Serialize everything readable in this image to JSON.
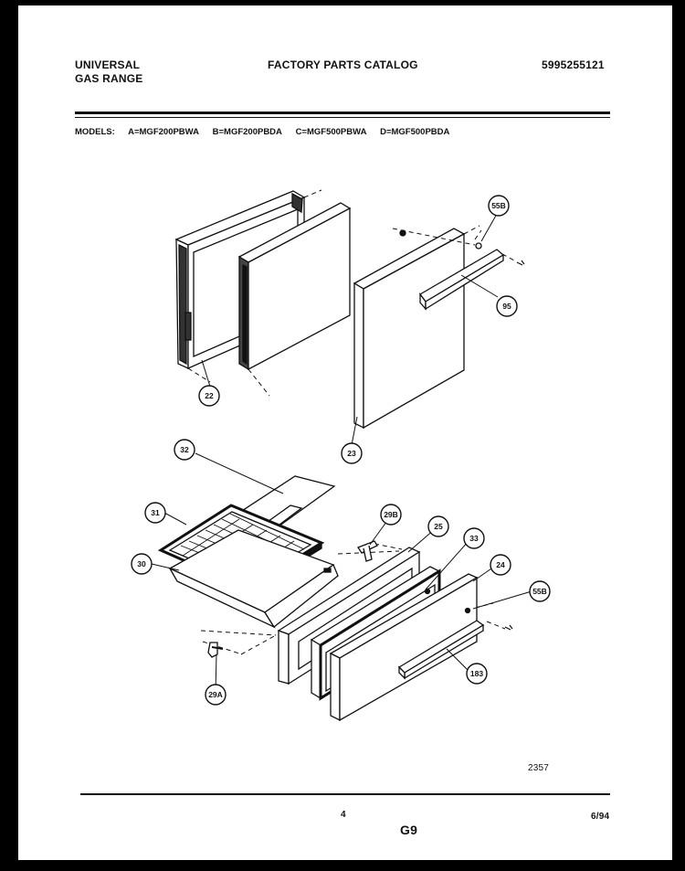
{
  "header": {
    "brand": "UNIVERSAL",
    "product": "GAS RANGE",
    "catalog_title": "FACTORY PARTS CATALOG",
    "catalog_number": "5995255121"
  },
  "models": {
    "label": "MODELS:",
    "items": [
      "A=MGF200PBWA",
      "B=MGF200PBDA",
      "C=MGF500PBWA",
      "D=MGF500PBDA"
    ]
  },
  "callouts": {
    "c_22": "22",
    "c_23": "23",
    "c_95": "95",
    "c_55b_top": "55B",
    "c_32": "32",
    "c_31": "31",
    "c_30": "30",
    "c_29b": "29B",
    "c_29a": "29A",
    "c_25": "25",
    "c_33": "33",
    "c_24": "24",
    "c_55b_bottom": "55B",
    "c_183": "183"
  },
  "footer": {
    "diagram_number": "2357",
    "page_number": "4",
    "section_code": "G9",
    "date": "6/94"
  }
}
